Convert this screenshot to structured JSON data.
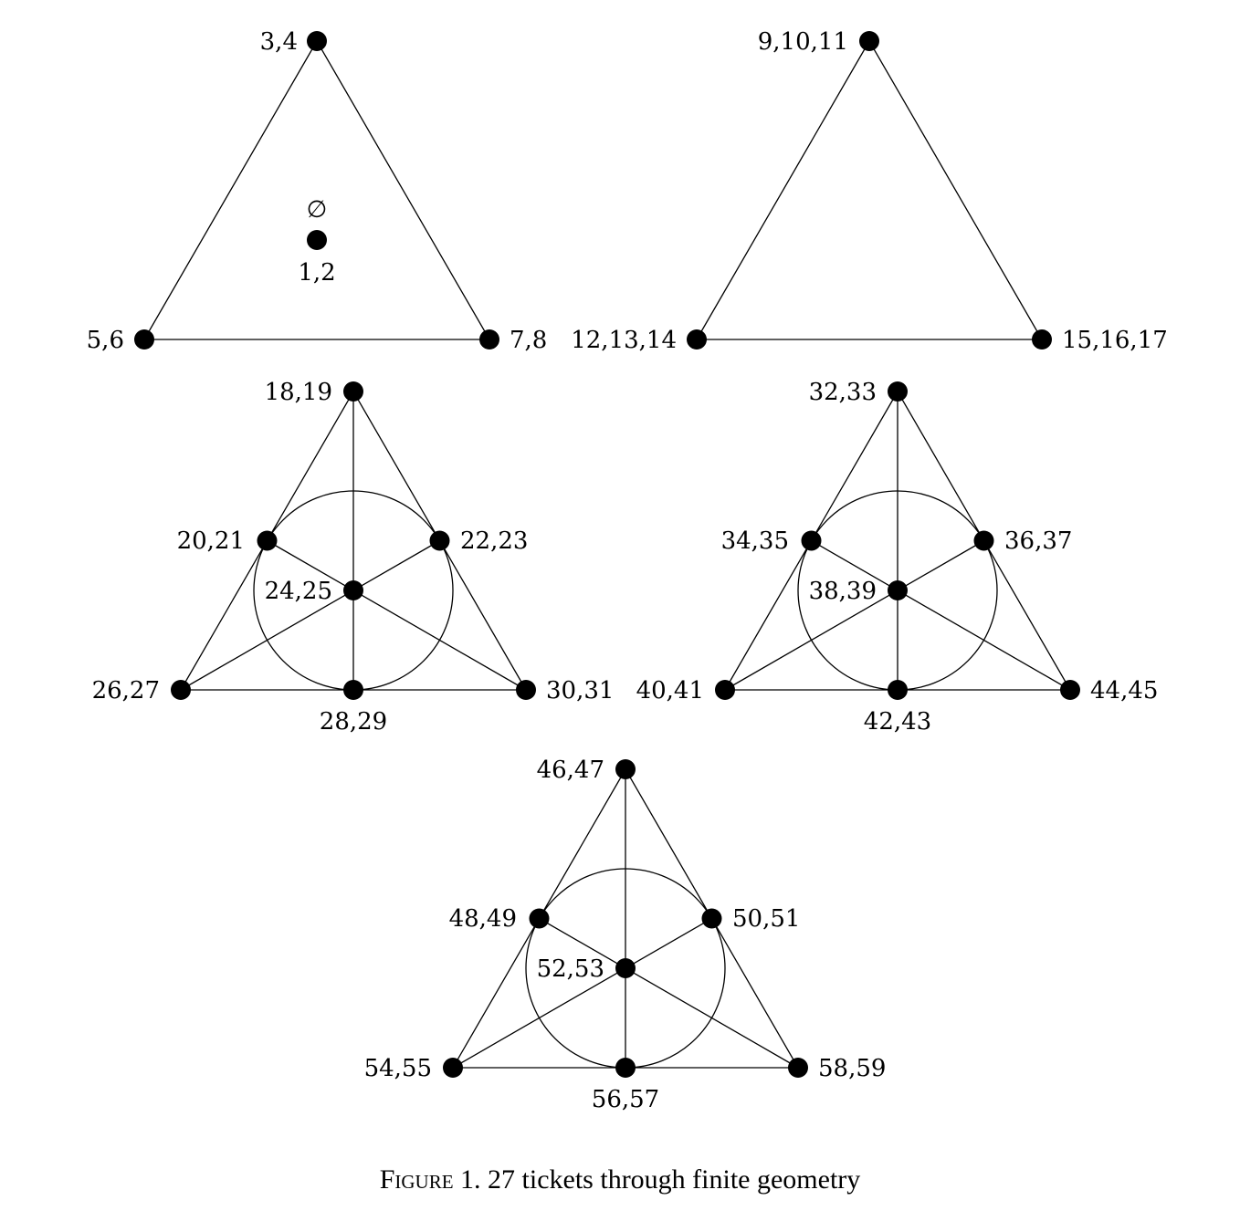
{
  "caption": {
    "label": "Figure 1.",
    "text": "27 tickets through finite geometry"
  },
  "panels": [
    {
      "type": "triangle",
      "center_mark": "∅",
      "center_label": "1,2",
      "labels": {
        "top": "3,4",
        "bottom_left": "5,6",
        "bottom_right": "7,8"
      }
    },
    {
      "type": "triangle",
      "labels": {
        "top": "9,10,11",
        "bottom_left": "12,13,14",
        "bottom_right": "15,16,17"
      }
    },
    {
      "type": "fano",
      "labels": {
        "top": "18,19",
        "mid_left": "20,21",
        "mid_right": "22,23",
        "center": "24,25",
        "bottom_left": "26,27",
        "bottom_mid": "28,29",
        "bottom_right": "30,31"
      }
    },
    {
      "type": "fano",
      "labels": {
        "top": "32,33",
        "mid_left": "34,35",
        "mid_right": "36,37",
        "center": "38,39",
        "bottom_left": "40,41",
        "bottom_mid": "42,43",
        "bottom_right": "44,45"
      }
    },
    {
      "type": "fano",
      "labels": {
        "top": "46,47",
        "mid_left": "48,49",
        "mid_right": "50,51",
        "center": "52,53",
        "bottom_left": "54,55",
        "bottom_mid": "56,57",
        "bottom_right": "58,59"
      }
    }
  ]
}
